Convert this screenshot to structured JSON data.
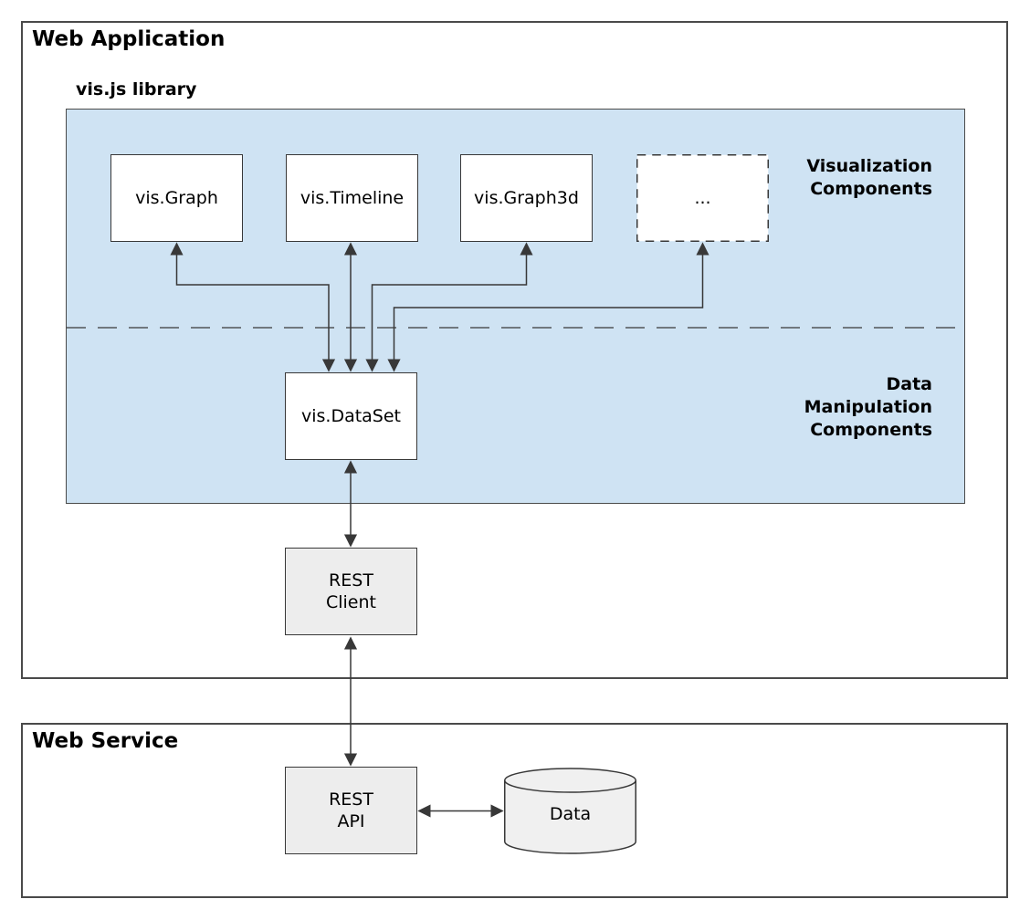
{
  "diagram": {
    "containers": {
      "web_application": "Web Application",
      "web_service": "Web Service",
      "visjs_library": "vis.js library"
    },
    "section_labels": {
      "visualization": "Visualization\nComponents",
      "data_manipulation": "Data\nManipulation\nComponents"
    },
    "nodes": {
      "vis_graph": "vis.Graph",
      "vis_timeline": "vis.Timeline",
      "vis_graph3d": "vis.Graph3d",
      "more_components": "...",
      "vis_dataset": "vis.DataSet",
      "rest_client": "REST\nClient",
      "rest_api": "REST\nAPI",
      "data_store": "Data"
    },
    "connections": [
      {
        "from": "vis.Graph",
        "to": "vis.DataSet",
        "bidirectional": true
      },
      {
        "from": "vis.Timeline",
        "to": "vis.DataSet",
        "bidirectional": true
      },
      {
        "from": "vis.Graph3d",
        "to": "vis.DataSet",
        "bidirectional": true
      },
      {
        "from": "...",
        "to": "vis.DataSet",
        "bidirectional": true
      },
      {
        "from": "vis.DataSet",
        "to": "REST Client",
        "bidirectional": true
      },
      {
        "from": "REST Client",
        "to": "REST API",
        "bidirectional": true
      },
      {
        "from": "REST API",
        "to": "Data",
        "bidirectional": true
      }
    ],
    "colors": {
      "library_fill": "#cfe3f3",
      "component_fill": "#ffffff",
      "service_fill": "#ededed",
      "cylinder_fill": "#f0f0f0",
      "stroke": "#383838",
      "container_stroke": "#4a4a4a",
      "text": "#000000"
    }
  }
}
